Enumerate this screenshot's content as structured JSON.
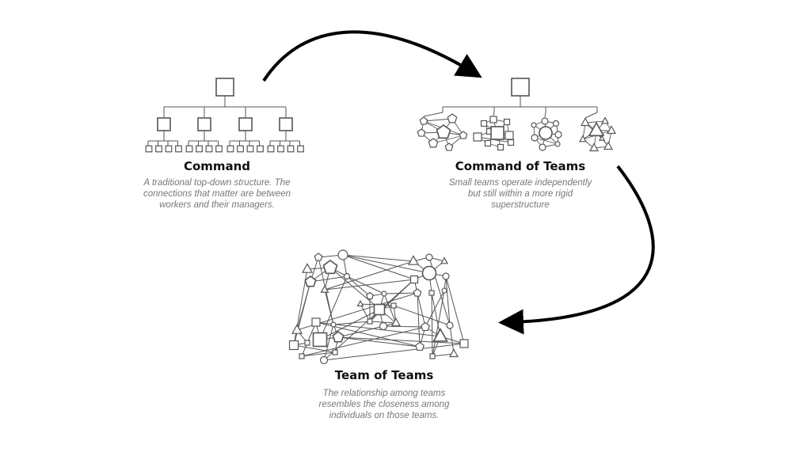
{
  "panels": {
    "command": {
      "title": "Command",
      "description": [
        "A traditional top-down structure. The",
        "connections that matter are between",
        "workers and their managers."
      ]
    },
    "command_of_teams": {
      "title": "Command of Teams",
      "description": [
        "Small teams operate independently",
        "but still within a more rigid",
        "superstructure"
      ]
    },
    "team_of_teams": {
      "title": "Team of Teams",
      "description": [
        "The relationship among teams",
        "resembles the closeness among",
        "individuals on those teams."
      ]
    }
  },
  "flow": [
    "Command",
    "Command of Teams",
    "Team of Teams"
  ],
  "colors": {
    "line": "#555555",
    "arrow": "#000000",
    "title": "#111111",
    "description": "#777777"
  },
  "command_structure": {
    "managers": 4,
    "workers_per_manager": 4
  },
  "team_clusters": [
    {
      "shape": "pentagon",
      "members": 7
    },
    {
      "shape": "square",
      "members": 10
    },
    {
      "shape": "circle",
      "members": 9
    },
    {
      "shape": "triangle",
      "members": 8
    }
  ]
}
